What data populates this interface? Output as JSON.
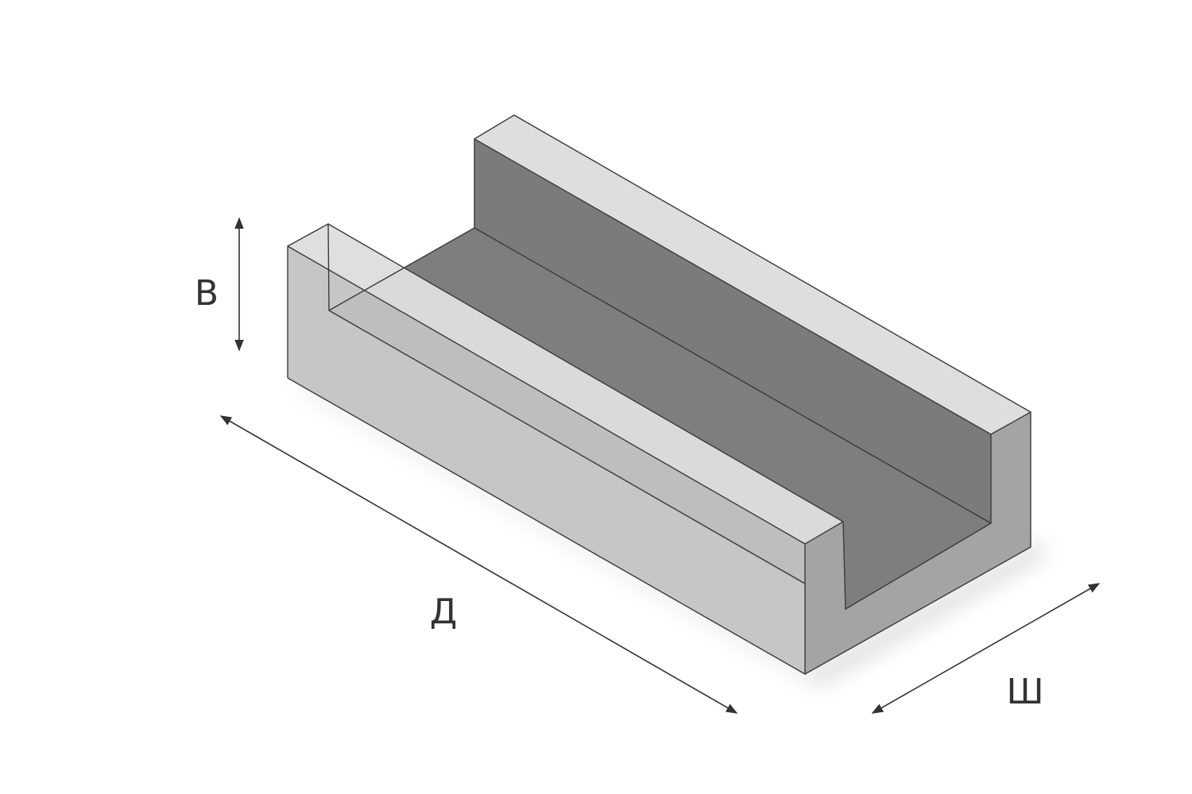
{
  "diagram": {
    "dimensions": {
      "height_label": "В",
      "length_label": "Д",
      "width_label": "Ш"
    },
    "colors": {
      "front_face": "#c2c2c2",
      "right_face": "#a4a4a4",
      "top_face": "#dedede",
      "trough_wall": "#7b7b7b",
      "trough_floor": "#7e7e7e",
      "edge": "#3a3a3a",
      "dimension_line": "#333333"
    }
  }
}
